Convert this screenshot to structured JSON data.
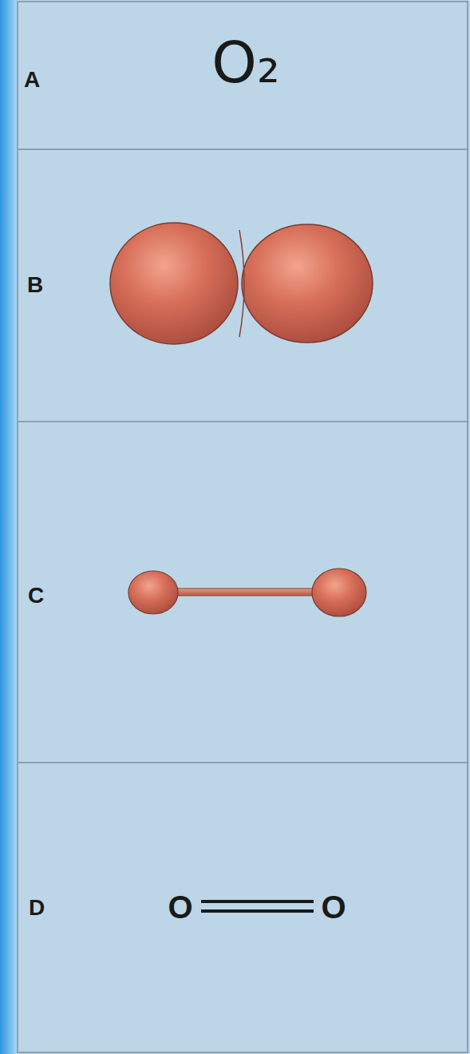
{
  "diagram": {
    "labels": [
      "A",
      "O₂",
      "B",
      "C",
      "D",
      "O",
      "O"
    ]
  }
}
